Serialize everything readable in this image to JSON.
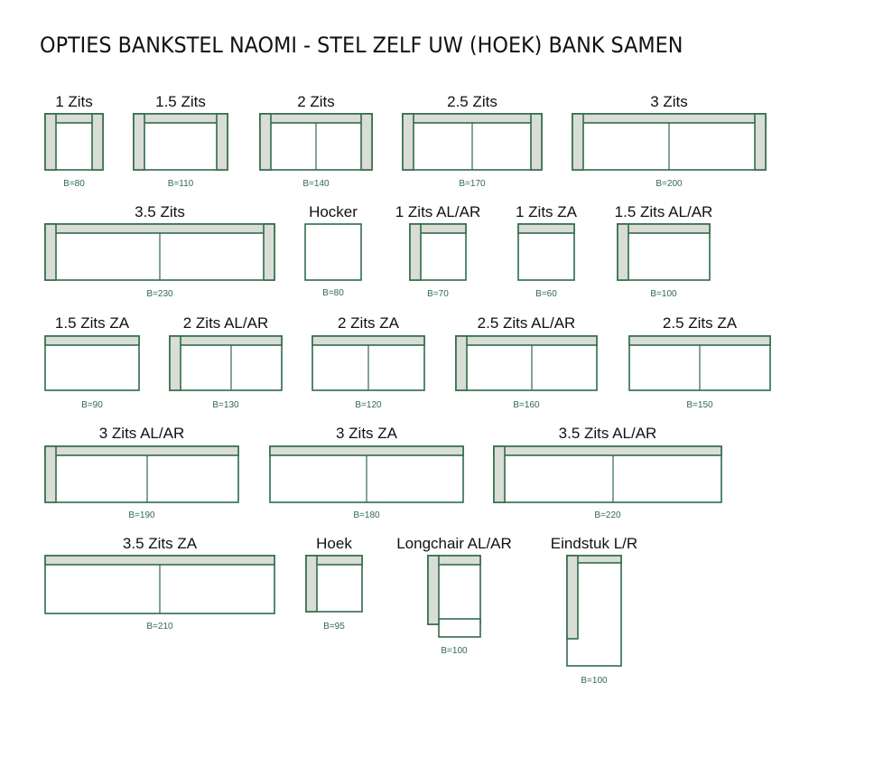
{
  "title": "OPTIES BANKSTEL NAOMI - STEL ZELF UW (HOEK) BANK SAMEN",
  "colors": {
    "outline": "#2f6b4a",
    "arm_fill": "#d9ddd6",
    "label": "#111111",
    "dim": "#2f6b4a"
  },
  "modules": [
    {
      "label": "1 Zits",
      "width": "B=80"
    },
    {
      "label": "1.5 Zits",
      "width": "B=110"
    },
    {
      "label": "2 Zits",
      "width": "B=140"
    },
    {
      "label": "2.5 Zits",
      "width": "B=170"
    },
    {
      "label": "3 Zits",
      "width": "B=200"
    },
    {
      "label": "3.5 Zits",
      "width": "B=230"
    },
    {
      "label": "Hocker",
      "width": "B=80"
    },
    {
      "label": "1 Zits AL/AR",
      "width": "B=70"
    },
    {
      "label": "1 Zits ZA",
      "width": "B=60"
    },
    {
      "label": "1.5 Zits AL/AR",
      "width": "B=100"
    },
    {
      "label": "1.5 Zits ZA",
      "width": "B=90"
    },
    {
      "label": "2 Zits AL/AR",
      "width": "B=130"
    },
    {
      "label": "2 Zits ZA",
      "width": "B=120"
    },
    {
      "label": "2.5 Zits AL/AR",
      "width": "B=160"
    },
    {
      "label": "2.5 Zits ZA",
      "width": "B=150"
    },
    {
      "label": "3 Zits AL/AR",
      "width": "B=190"
    },
    {
      "label": "3 Zits ZA",
      "width": "B=180"
    },
    {
      "label": "3.5 Zits AL/AR",
      "width": "B=220"
    },
    {
      "label": "3.5 Zits ZA",
      "width": "B=210"
    },
    {
      "label": "Hoek",
      "width": "B=95"
    },
    {
      "label": "Longchair AL/AR",
      "width": "B=100"
    },
    {
      "label": "Eindstuk L/R",
      "width": "B=100"
    }
  ]
}
